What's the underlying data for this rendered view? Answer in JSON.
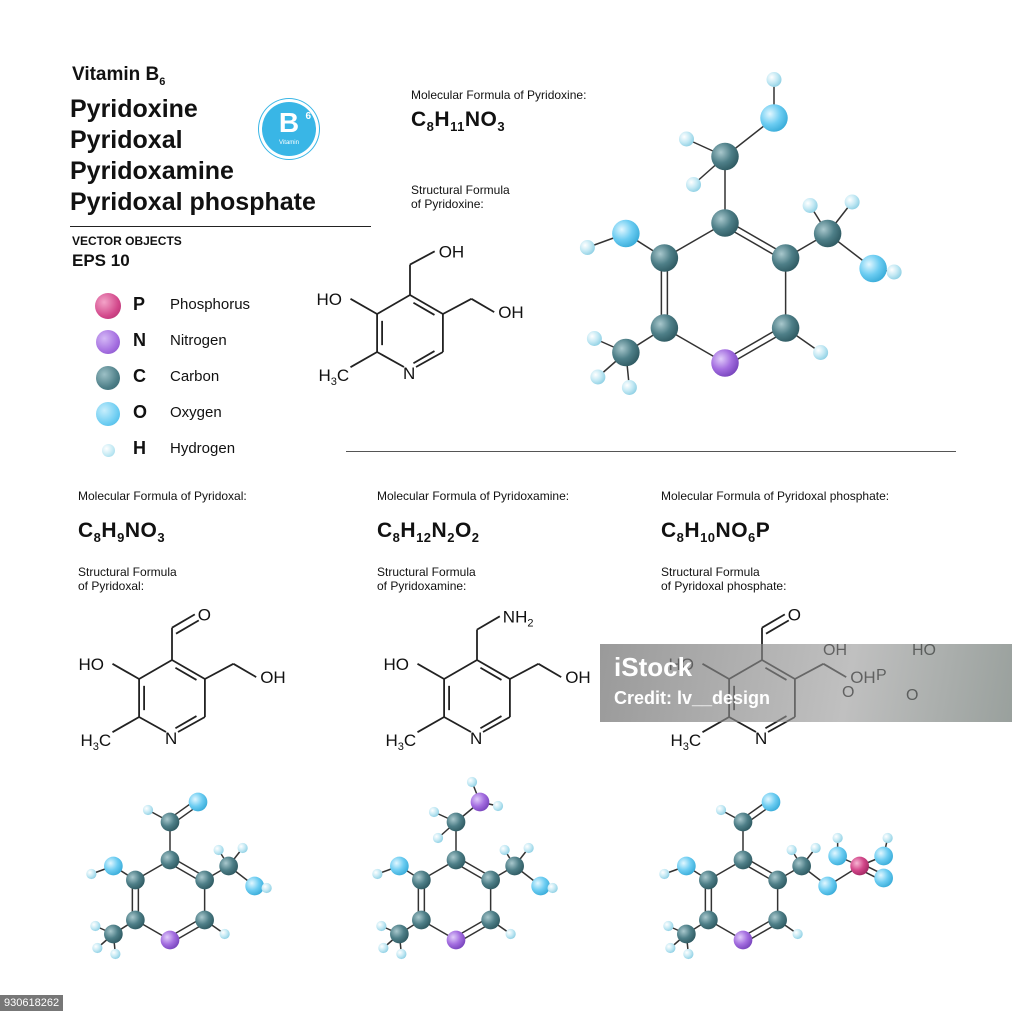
{
  "header": {
    "vitamin": "Vitamin B",
    "vitamin_sub": "6",
    "names": [
      "Pyridoxine",
      "Pyridoxal",
      "Pyridoxamine",
      "Pyridoxal phosphate"
    ],
    "vector_objects": "VECTOR OBJECTS",
    "eps": "EPS 10"
  },
  "badge": {
    "letter": "B",
    "sub": "6",
    "word": "Vitamin",
    "color": "#39b6e6"
  },
  "legend": [
    {
      "symbol": "P",
      "name": "Phosphorus",
      "color": "#d2478a"
    },
    {
      "symbol": "N",
      "name": "Nitrogen",
      "color": "#a46ee0"
    },
    {
      "symbol": "C",
      "name": "Carbon",
      "color": "#4e7f88"
    },
    {
      "symbol": "O",
      "name": "Oxygen",
      "color": "#6dcdf2"
    },
    {
      "symbol": "H",
      "name": "Hydrogen",
      "color": "#bfe8f3"
    }
  ],
  "pyridoxine": {
    "molecular_label": "Molecular Formula of Pyridoxine:",
    "structural_label_1": "Structural  Formula",
    "structural_label_2": "of Pyridoxine:",
    "formula": [
      [
        "C",
        "8"
      ],
      [
        "H",
        "11"
      ],
      [
        "NO",
        "3"
      ]
    ]
  },
  "pyridoxal": {
    "molecular_label": "Molecular Formula of Pyridoxal:",
    "structural_label_1": "Structural  Formula",
    "structural_label_2": "of Pyridoxal:",
    "formula": [
      [
        "C",
        "8"
      ],
      [
        "H",
        "9"
      ],
      [
        "NO",
        "3"
      ]
    ]
  },
  "pyridoxamine": {
    "molecular_label": "Molecular Formula of Pyridoxamine:",
    "structural_label_1": "Structural  Formula",
    "structural_label_2": "of Pyridoxamine:",
    "formula": [
      [
        "C",
        "8"
      ],
      [
        "H",
        "12"
      ],
      [
        "N",
        "2"
      ],
      [
        "O",
        "2"
      ]
    ]
  },
  "pyridoxal_phosphate": {
    "molecular_label": "Molecular Formula of Pyridoxal phosphate:",
    "structural_label_1": "Structural  Formula",
    "structural_label_2": "of Pyridoxal phosphate:",
    "formula": [
      [
        "C",
        "8"
      ],
      [
        "H",
        "10"
      ],
      [
        "NO",
        "6"
      ],
      [
        "P",
        ""
      ]
    ]
  },
  "atom_labels": {
    "oh": "OH",
    "ho": "HO",
    "h3c_h": "H",
    "h3c_3": "3",
    "h3c_c": "C",
    "n": "N",
    "o": "O",
    "nh2_nh": "NH",
    "nh2_2": "2",
    "p": "P"
  },
  "watermark": {
    "logo": "iStock",
    "credit": "Credit: lv__design"
  },
  "stock_id": "930618262"
}
